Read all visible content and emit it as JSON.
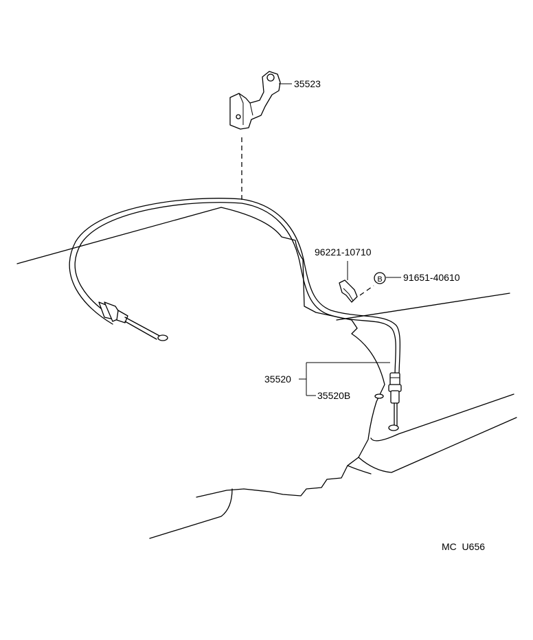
{
  "parts": {
    "bracket": "35523",
    "clamp": "96221-10710",
    "bolt": "91651-40610",
    "bolt_symbol": "B",
    "cable_assembly": "35520",
    "cable_sub": "35520B"
  },
  "drawing_code": "MC  U656"
}
